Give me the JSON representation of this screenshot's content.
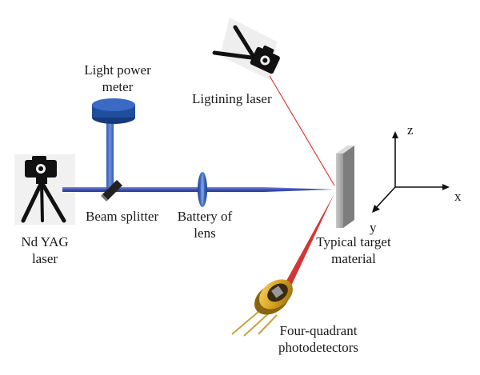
{
  "labels": {
    "light_power_meter": [
      "Light power",
      "meter"
    ],
    "lightning_laser": "Ligtining laser",
    "nd_yag_laser": [
      "Nd YAG",
      "laser"
    ],
    "beam_splitter": "Beam splitter",
    "battery_of_lens": [
      "Battery of",
      "lens"
    ],
    "typical_target": [
      "Typical target",
      "material"
    ],
    "four_quadrant": [
      "Four-quadrant",
      "photodetectors"
    ]
  },
  "axes": {
    "x": "x",
    "y": "y",
    "z": "z"
  },
  "colors": {
    "beam": "#3f51b5",
    "power_meter": "#1f4e9c",
    "lightning_beam": "#e53935",
    "reflected_beam": "#d32f2f",
    "target": "#a9a9a9",
    "laser_body": "#111111",
    "photodetector": "#d9a420"
  },
  "icons": {
    "nd_yag": "camera-on-tripod-icon",
    "lightning": "camera-on-stand-icon",
    "power_meter": "power-meter-icon",
    "beam_splitter": "beam-splitter-icon",
    "lens": "lens-icon",
    "target": "target-block-icon",
    "photodetector": "photodetector-icon",
    "axes": "xyz-axes-icon"
  }
}
